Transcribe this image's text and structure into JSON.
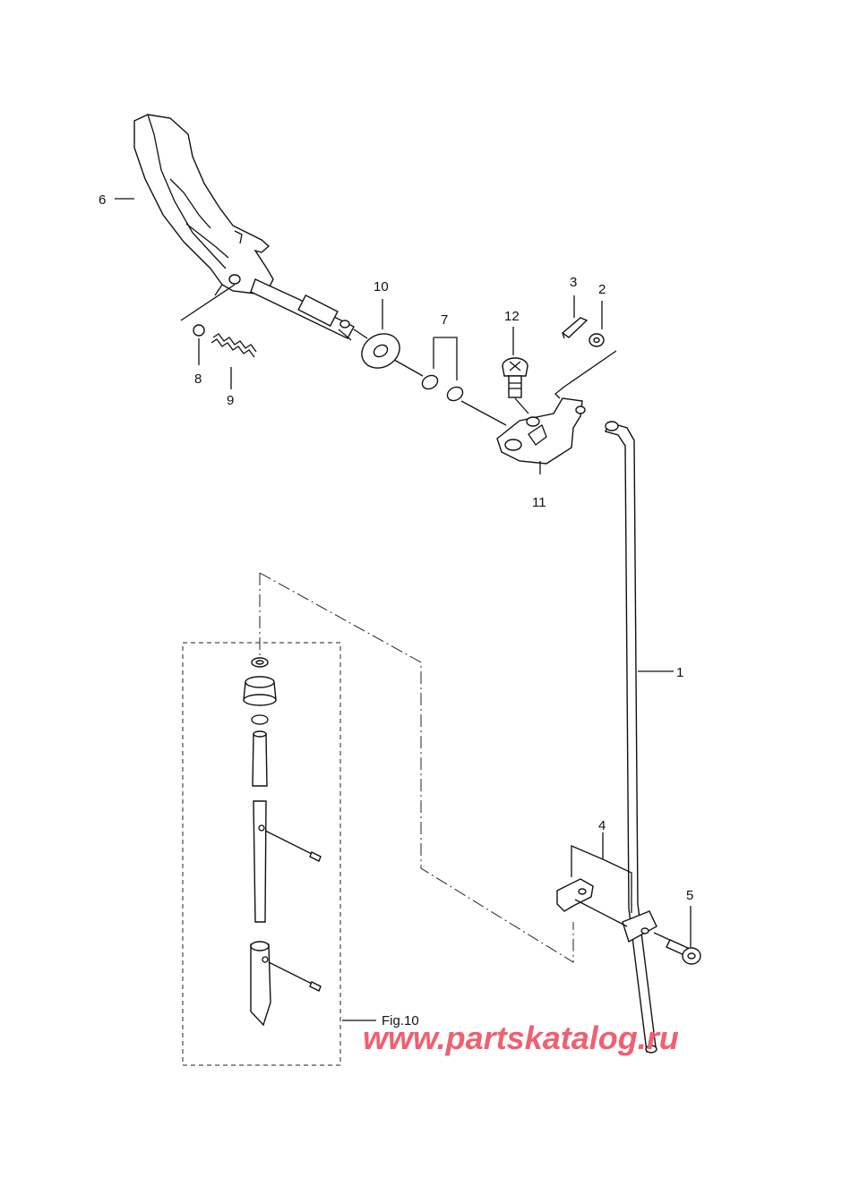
{
  "callouts": {
    "c1": "1",
    "c2": "2",
    "c3": "3",
    "c4": "4",
    "c5": "5",
    "c6": "6",
    "c7": "7",
    "c8": "8",
    "c9": "9",
    "c10": "10",
    "c11": "11",
    "c12": "12"
  },
  "figure_reference": "Fig.10",
  "watermark": "www.partskatalog.ru",
  "colors": {
    "watermark": "#f06070",
    "lines": "#111111",
    "background": "#ffffff"
  }
}
